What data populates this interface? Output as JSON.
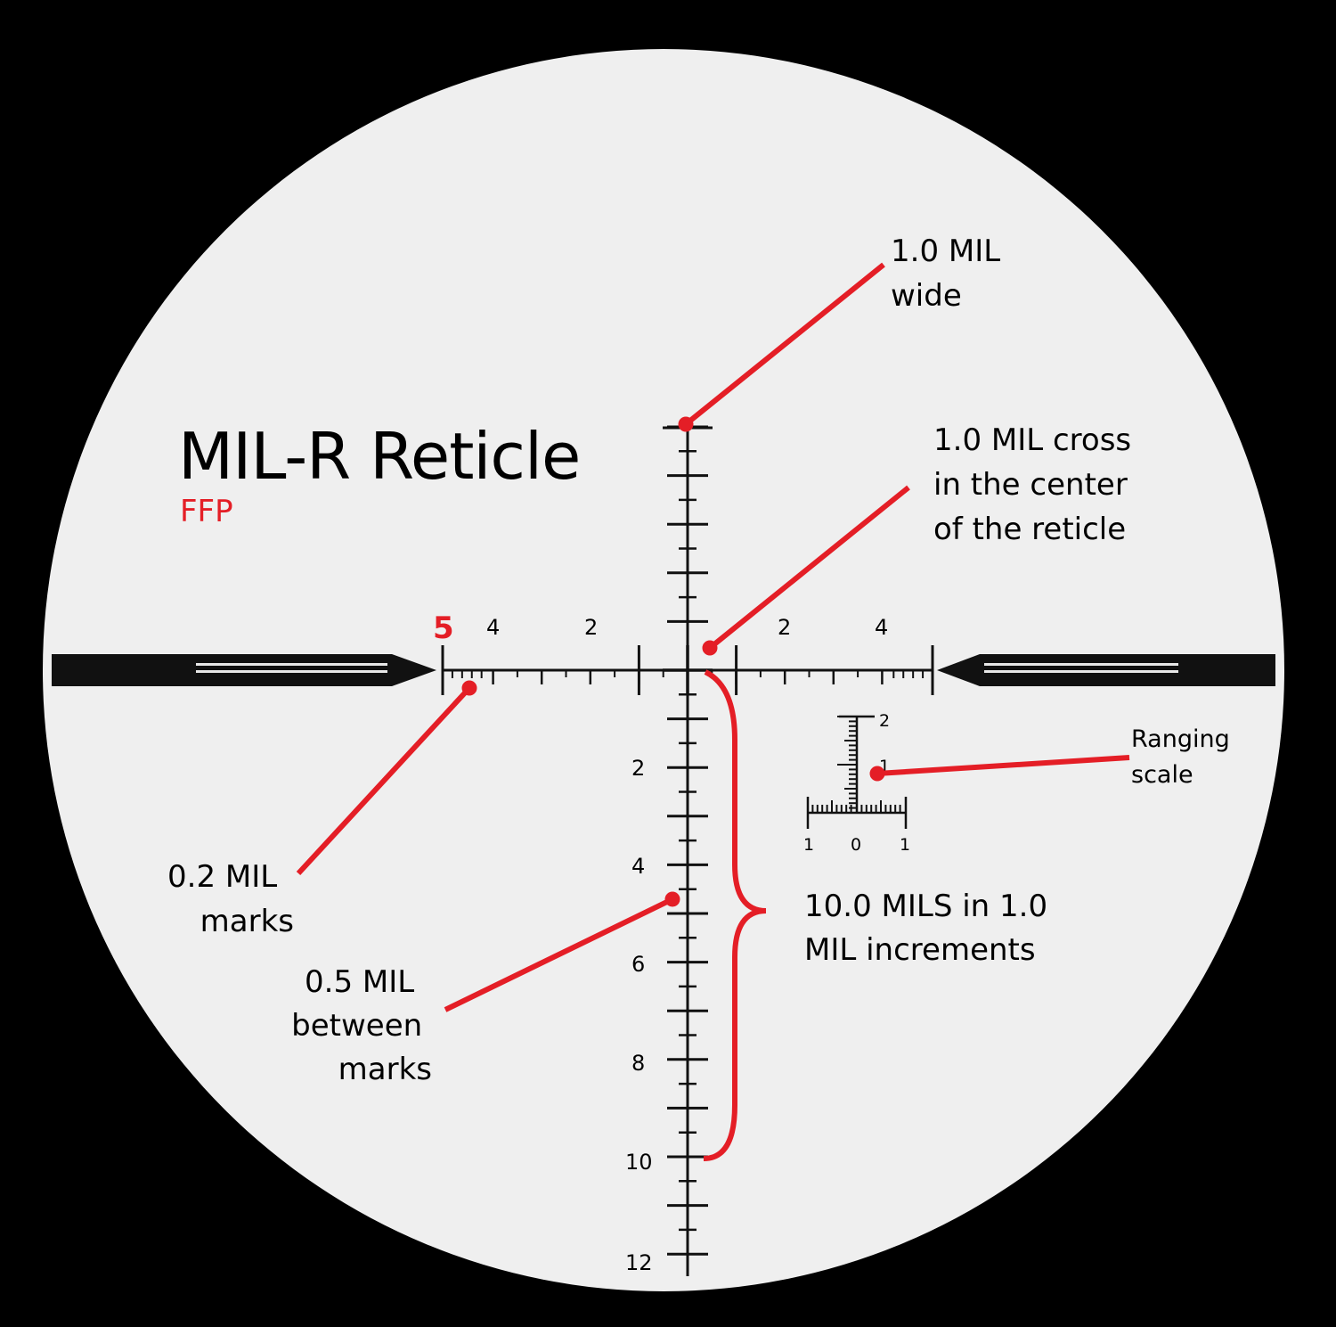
{
  "title": "MIL-R Reticle",
  "subtitle": "FFP",
  "colors": {
    "accent": "#e41e26",
    "field": "#efefef",
    "ink": "#111111",
    "background": "#000000"
  },
  "scale_labels": {
    "left_edge": "5",
    "left": [
      "4",
      "2"
    ],
    "right": [
      "2",
      "4"
    ],
    "vertical": [
      "2",
      "4",
      "6",
      "8",
      "10",
      "12"
    ],
    "ranging_top": "2",
    "ranging_mid": "1",
    "ranging_bottom": [
      "1",
      "0",
      "1"
    ]
  },
  "callouts": {
    "wide": [
      "1.0 MIL",
      "wide"
    ],
    "cross": [
      "1.0 MIL cross",
      "in the center",
      "of the reticle"
    ],
    "marks_02": [
      "0.2 MIL",
      "marks"
    ],
    "marks_05": [
      "0.5 MIL",
      "between",
      "marks"
    ],
    "mils10": [
      "10.0 MILS in 1.0",
      "MIL increments"
    ],
    "ranging": [
      "Ranging",
      "scale"
    ]
  }
}
